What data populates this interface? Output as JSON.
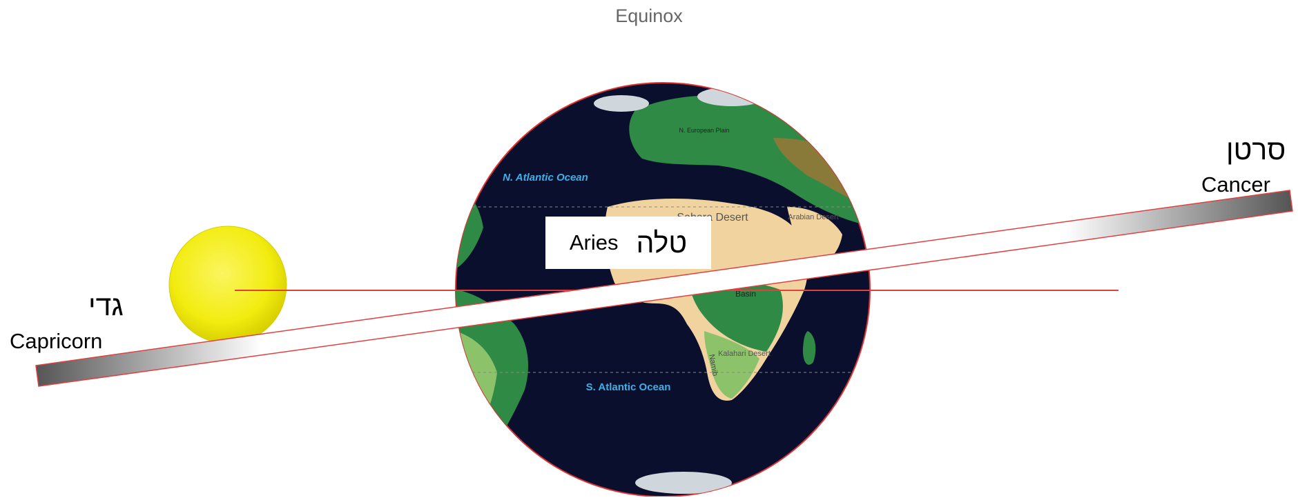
{
  "title": "Equinox",
  "signs": {
    "capricorn": {
      "hebrew": "גדי",
      "english": "Capricorn"
    },
    "aries": {
      "hebrew": "טלה",
      "english": "Aries"
    },
    "cancer": {
      "hebrew": "סרטן",
      "english": "Cancer"
    }
  },
  "globe_labels": {
    "n_atlantic": "N. Atlantic Ocean",
    "s_atlantic": "S. Atlantic Ocean",
    "sahara": "Sahara Desert",
    "arabian": "Arabian Desert",
    "kalahari": "Kalahari Desert",
    "n_european_plain": "N. European Plain",
    "congo_basin": "Basin",
    "namib": "Namib"
  },
  "colors": {
    "ocean": "#0b0f2e",
    "land_green": "#2f8a45",
    "land_light": "#8cc26a",
    "desert": "#f1d3a0",
    "sun": "#f5ef1a",
    "ray": "#e04040",
    "ocean_label": "#3fb0e6"
  }
}
